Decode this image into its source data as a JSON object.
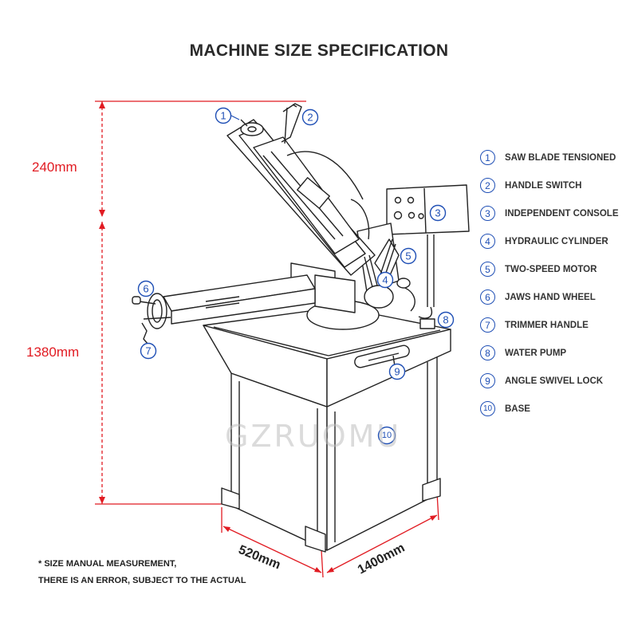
{
  "title": "MACHINE SIZE SPECIFICATION",
  "dimensions": {
    "top_height": "240mm",
    "main_height": "1380mm",
    "depth": "520mm",
    "width": "1400mm"
  },
  "legend": [
    {
      "num": "1",
      "label": "SAW BLADE TENSIONED"
    },
    {
      "num": "2",
      "label": "HANDLE SWITCH"
    },
    {
      "num": "3",
      "label": "INDEPENDENT CONSOLE"
    },
    {
      "num": "4",
      "label": "HYDRAULIC CYLINDER"
    },
    {
      "num": "5",
      "label": "TWO-SPEED MOTOR"
    },
    {
      "num": "6",
      "label": "JAWS HAND WHEEL"
    },
    {
      "num": "7",
      "label": "TRIMMER HANDLE"
    },
    {
      "num": "8",
      "label": "WATER PUMP"
    },
    {
      "num": "9",
      "label": "ANGLE SWIVEL LOCK"
    },
    {
      "num": "10",
      "label": "BASE"
    }
  ],
  "callouts": [
    "1",
    "2",
    "3",
    "4",
    "5",
    "6",
    "7",
    "8",
    "9",
    "10"
  ],
  "note": {
    "line1": "* SIZE MANUAL MEASUREMENT,",
    "line2": "THERE IS AN ERROR, SUBJECT TO THE ACTUAL"
  },
  "watermark": "GZRUOMU",
  "colors": {
    "dimension": "#e11b22",
    "callout": "#1f4fb5",
    "line": "#222222"
  }
}
